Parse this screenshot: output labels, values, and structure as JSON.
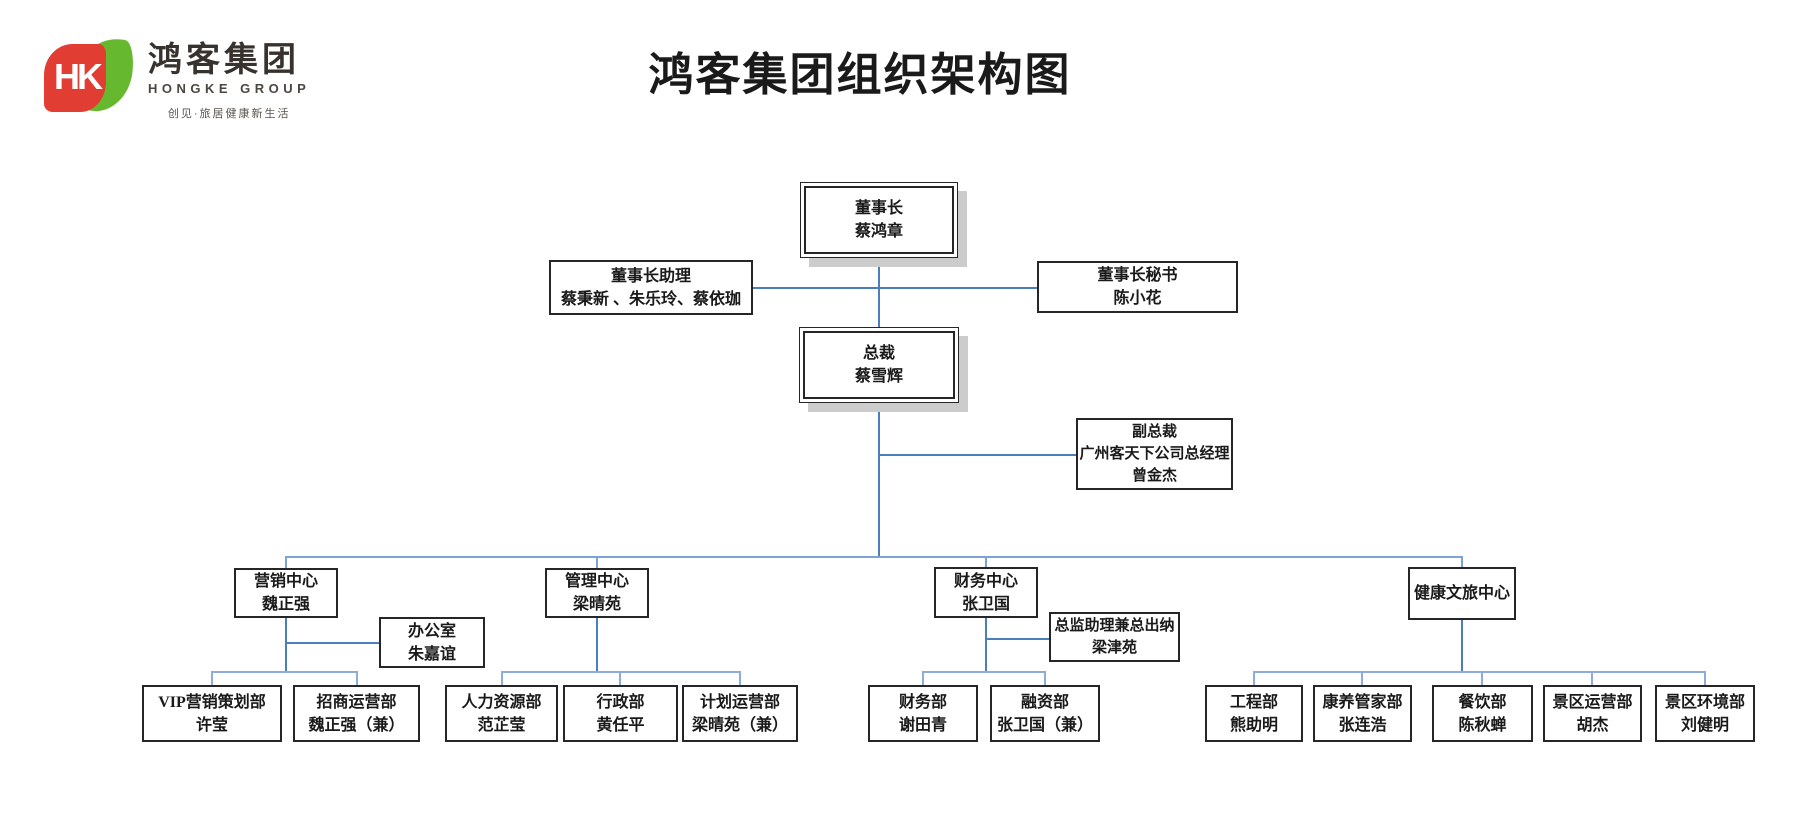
{
  "page": {
    "title": "鸿客集团组织架构图"
  },
  "logo": {
    "mark_text": "HK",
    "name_cn": "鸿客集团",
    "name_en": "HONGKE GROUP",
    "tagline": "创见·旅居健康新生活"
  },
  "colors": {
    "connector_dark": "#4a7ebc",
    "connector_medium": "#7da3d6",
    "connector_light": "#8faadc",
    "logo_red": "#e23d33",
    "logo_green": "#66b92e",
    "box_shadow": "#cccccc"
  },
  "org": {
    "chairman": {
      "title": "董事长",
      "name": "蔡鸿章"
    },
    "chairman_assistant": {
      "title": "董事长助理",
      "name": "蔡秉新 、朱乐玲、蔡依珈"
    },
    "chairman_secretary": {
      "title": "董事长秘书",
      "name": "陈小花"
    },
    "president": {
      "title": "总裁",
      "name": "蔡雪辉"
    },
    "vice_president": {
      "title": "副总裁",
      "subtitle": "广州客天下公司总经理",
      "name": "曾金杰"
    },
    "marketing_center": {
      "title": "营销中心",
      "name": "魏正强"
    },
    "office": {
      "title": "办公室",
      "name": "朱嘉谊"
    },
    "management_center": {
      "title": "管理中心",
      "name": "梁晴苑"
    },
    "finance_center": {
      "title": "财务中心",
      "name": "张卫国"
    },
    "treasurer": {
      "title": "总监助理兼总出纳",
      "name": "梁津苑"
    },
    "health_tourism_center": {
      "title": "健康文旅中心"
    },
    "vip_marketing": {
      "title": "VIP营销策划部",
      "name": "许莹"
    },
    "investment_ops": {
      "title": "招商运营部",
      "name": "魏正强（兼）"
    },
    "human_resources": {
      "title": "人力资源部",
      "name": "范芷莹"
    },
    "administration": {
      "title": "行政部",
      "name": "黄任平"
    },
    "planning_ops": {
      "title": "计划运营部",
      "name": "梁晴苑（兼）"
    },
    "finance_dept": {
      "title": "财务部",
      "name": "谢田青"
    },
    "financing_dept": {
      "title": "融资部",
      "name": "张卫国（兼）"
    },
    "engineering": {
      "title": "工程部",
      "name": "熊助明"
    },
    "wellness_butler": {
      "title": "康养管家部",
      "name": "张连浩"
    },
    "catering": {
      "title": "餐饮部",
      "name": "陈秋蝉"
    },
    "scenic_ops": {
      "title": "景区运营部",
      "name": "胡杰"
    },
    "scenic_environment": {
      "title": "景区环境部",
      "name": "刘健明"
    }
  }
}
